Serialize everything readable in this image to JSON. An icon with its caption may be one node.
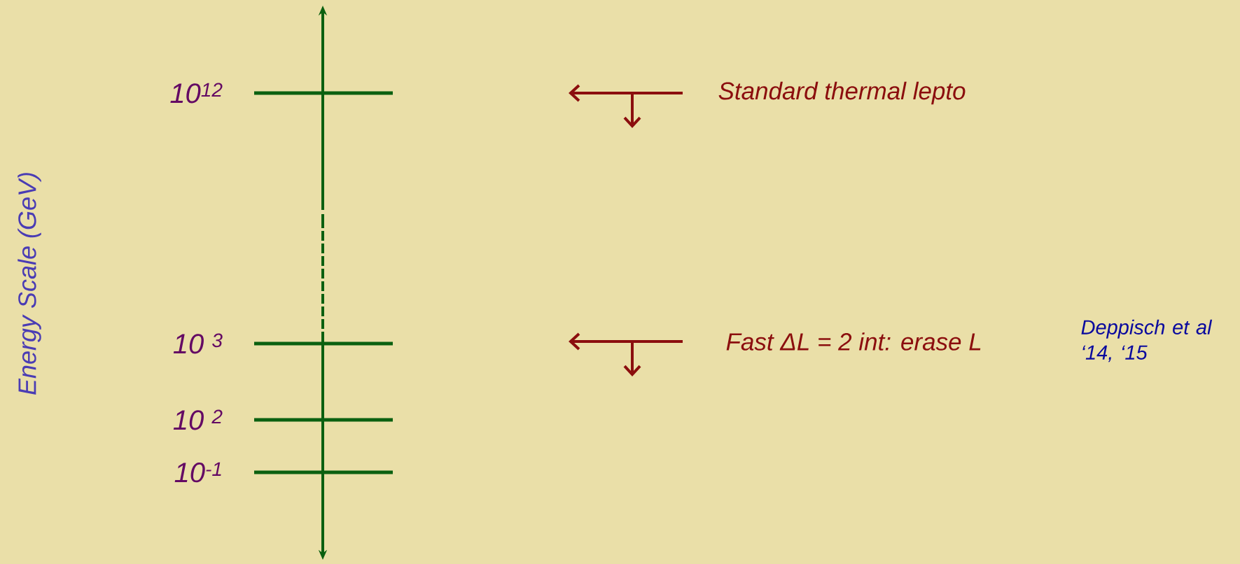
{
  "diagram": {
    "labels": [
      "Energy Scale (GeV)",
      "10$^{12}$",
      "10 $^{3}$",
      "10 $^{2}$",
      "10$^{-1}$",
      "Standard thermal lepto",
      "Fast ΔL = 2 int: erase L",
      "Deppisch et al ‘14, ‘15"
    ]
  }
}
